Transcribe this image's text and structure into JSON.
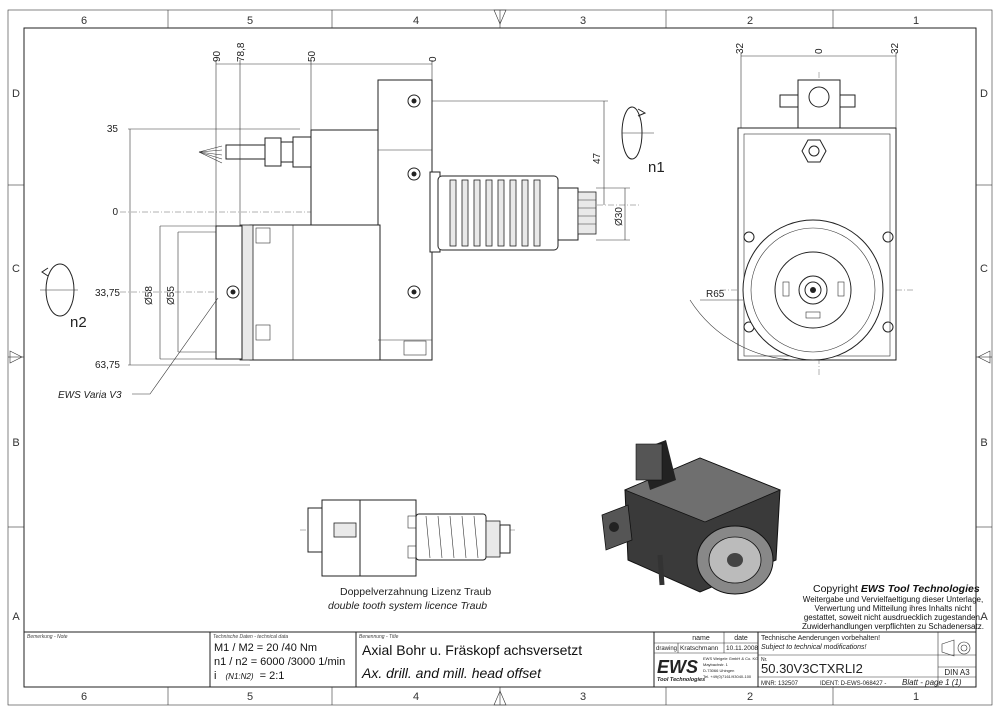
{
  "frame": {
    "col_labels_top": [
      "6",
      "5",
      "4",
      "3",
      "2",
      "1"
    ],
    "col_labels_bottom": [
      "6",
      "5",
      "4",
      "3",
      "2",
      "1"
    ],
    "row_labels_left": [
      "D",
      "C",
      "B",
      "A"
    ],
    "row_labels_right": [
      "D",
      "C",
      "B",
      "A"
    ]
  },
  "side_view": {
    "dims_top": [
      "90",
      "78,8",
      "50",
      "0"
    ],
    "dims_left": [
      "35",
      "0",
      "33,75",
      "63,75"
    ],
    "dim_dia58": "Ø58",
    "dim_dia55": "Ø55",
    "dim_47": "47",
    "dim_dia30": "Ø30",
    "label_n1": "n1",
    "label_n2": "n2",
    "label_varia": "EWS Varia V3"
  },
  "end_view": {
    "dim_left": "32",
    "dim_mid": "0",
    "dim_right": "32",
    "dim_r65": "R65"
  },
  "small_view": {
    "caption_de": "Doppelverzahnung Lizenz Traub",
    "caption_en": "double tooth system licence Traub"
  },
  "copyright": {
    "heading_prefix": "Copyright ",
    "heading_brand": "EWS Tool Technologies",
    "line1": "Weitergabe und Vervielfaeltigung dieser Unterlage,",
    "line2": "Verwertung und Mitteilung ihres Inhalts nicht",
    "line3": "gestattet, soweit nicht ausdruecklich zugestanden.",
    "line4": "Zuwiderhandlungen verpflichten zu Schadenersatz."
  },
  "title_block": {
    "remarks_label": "Bemerkung - Note",
    "tech_label": "Technische Daten - technical data",
    "tech_line1": "M1 / M2 = 20  /40  Nm",
    "tech_line2": "n1 / n2 = 6000 /3000  1/min",
    "tech_line3_prefix": "i",
    "tech_line3_mid": "(N1:N2)",
    "tech_line3_value": "= 2:1",
    "title_label": "Benennung - Title",
    "title_de": "Axial Bohr u. Fräskopf achsversetzt",
    "title_en": "Ax. drill. and mill. head offset",
    "col_name": "name",
    "col_date": "date",
    "row_drawing": "drawing",
    "drawn_by": "Kratschmann",
    "drawn_date": "10.11.2008",
    "logo": "EWS",
    "logo_sub": "Tool Technologies",
    "company_line1": "EWS Weigele GmbH & Co. KG",
    "company_line2": "Maybachstr. 1",
    "company_line3": "D-73066 Uhingen",
    "company_line4": "Tel. +49(0)7161/93040-100",
    "change_de": "Technische Aenderungen vorbehalten!",
    "change_en": "Subject to technical modifications!",
    "nr_label": "Nr.",
    "part_number": "50.30V3CTXRLI2",
    "mnr": "MNR: 132507",
    "ident": "IDENT: D-EWS-068427 -",
    "sheet": "Blatt - page  1 (1)",
    "format": "DIN A3"
  }
}
